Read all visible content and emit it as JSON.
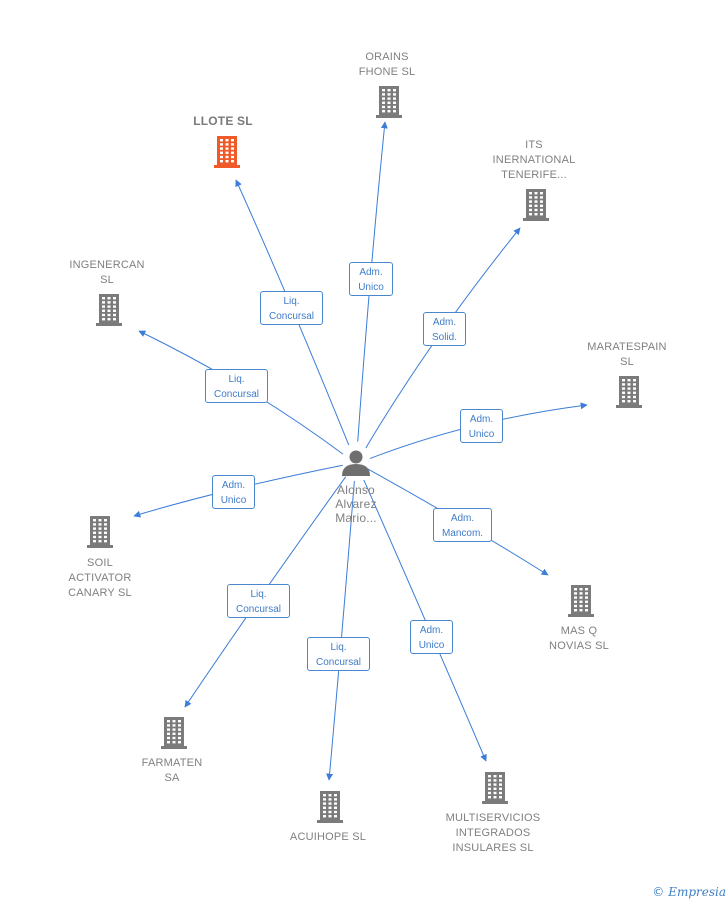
{
  "center": {
    "name": "Alonso\nAlvarez\nMario..."
  },
  "colors": {
    "edge": "#3b7dd8",
    "building": "#7b7b7b",
    "highlight": "#f05a28"
  },
  "icons": {
    "company": "building-icon",
    "person": "person-icon"
  },
  "watermark": {
    "symbol": "©",
    "text": "Empresia"
  },
  "companies": [
    {
      "id": "orains",
      "name": "ORAINS\nFHONE SL",
      "role": "Adm.\nUnico",
      "highlight": false
    },
    {
      "id": "llote",
      "name": "LLOTE SL",
      "role": "Liq.\nConcursal",
      "highlight": true
    },
    {
      "id": "its",
      "name": "ITS\nINERNATIONAL\nTENERIFE...",
      "role": "Adm.\nSolid.",
      "highlight": false
    },
    {
      "id": "ingenercan",
      "name": "INGENERCAN\nSL",
      "role": "Liq.\nConcursal",
      "highlight": false
    },
    {
      "id": "maratespain",
      "name": "MARATESPAIN\nSL",
      "role": "Adm.\nUnico",
      "highlight": false
    },
    {
      "id": "soil",
      "name": "SOIL\nACTIVATOR\nCANARY SL",
      "role": "Adm.\nUnico",
      "highlight": false
    },
    {
      "id": "masq",
      "name": "MAS Q\nNOVIAS SL",
      "role": "Adm.\nMancom.",
      "highlight": false
    },
    {
      "id": "farmaten",
      "name": "FARMATEN\nSA",
      "role": "Liq.\nConcursal",
      "highlight": false
    },
    {
      "id": "acuihope",
      "name": "ACUIHOPE SL",
      "role": "Liq.\nConcursal",
      "highlight": false
    },
    {
      "id": "multiservicios",
      "name": "MULTISERVICIOS\nINTEGRADOS\nINSULARES SL",
      "role": "Adm.\nUnico",
      "highlight": false
    }
  ]
}
